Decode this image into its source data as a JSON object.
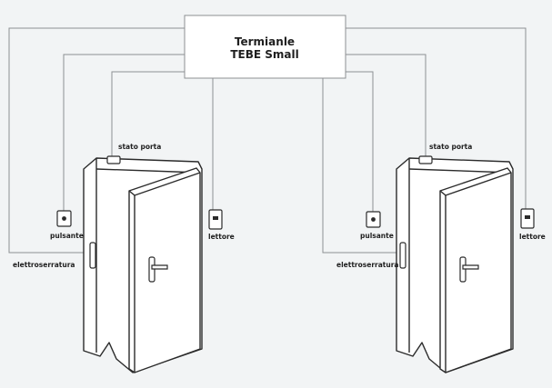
{
  "terminal": {
    "line1": "Termianle",
    "line2": "TEBE Small"
  },
  "labels": {
    "door_status": "stato porta",
    "button": "pulsante",
    "reader": "lettore",
    "electric_lock": "elettroserratura"
  },
  "icons": {
    "button": "push-button-icon",
    "reader": "card-reader-icon",
    "door": "door-icon",
    "handle": "door-handle-icon"
  },
  "colors": {
    "background": "#f2f4f5",
    "wire": "#8c8f92",
    "ink": "#2b2b2b"
  }
}
